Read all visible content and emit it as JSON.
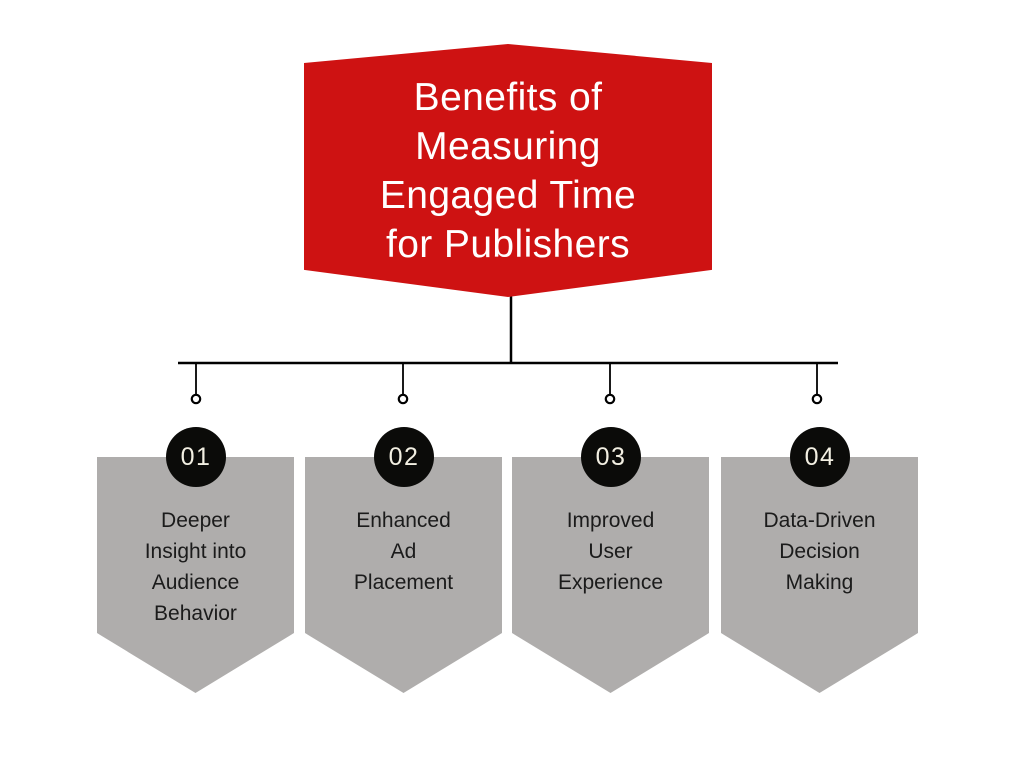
{
  "title": {
    "text": "Benefits of\nMeasuring\nEngaged Time\nfor Publishers"
  },
  "items": [
    {
      "number": "01",
      "label": "Deeper\nInsight into\nAudience\nBehavior"
    },
    {
      "number": "02",
      "label": "Enhanced\nAd\nPlacement"
    },
    {
      "number": "03",
      "label": "Improved\nUser\nExperience"
    },
    {
      "number": "04",
      "label": "Data-Driven\nDecision\nMaking"
    }
  ],
  "colors": {
    "banner_red": "#CE1212",
    "card_gray": "#AFADAC",
    "badge_black": "#0B0B09",
    "badge_text": "#F2EFE2",
    "card_text": "#1B1B1B",
    "line_black": "#000000",
    "background": "#FFFFFF"
  }
}
